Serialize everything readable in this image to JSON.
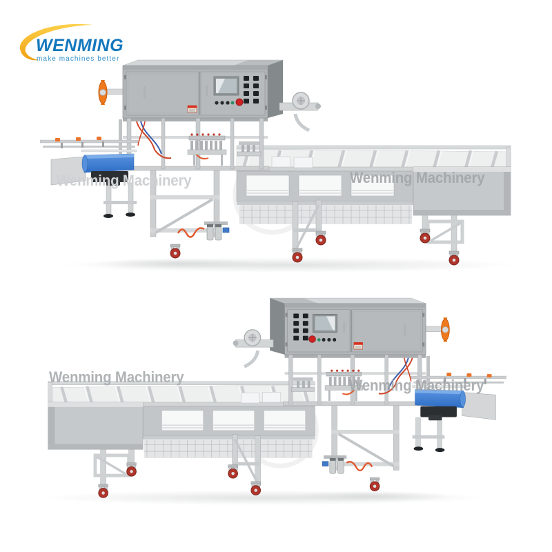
{
  "logo": {
    "brand": "WENMING",
    "tagline": "make machines better",
    "brand_color": "#1377bd",
    "tagline_color": "#2f8fc8",
    "swoosh_color_top": "#fdd04a",
    "swoosh_color_bottom": "#f0a113"
  },
  "product_images": [
    {
      "alt": "Automatic tray filling and sealing machine, control cabinet on the left, long outfeed conveyor to the right",
      "watermarks": [
        {
          "text": "Wenming Machinery"
        },
        {
          "text": "Wenming Machinery"
        }
      ]
    },
    {
      "alt": "Same tray sealing machine shown mirrored, control cabinet on the right, conveyor to the left",
      "watermarks": [
        {
          "text": "Wenming Machinery"
        },
        {
          "text": "Wenming Machinery"
        }
      ]
    }
  ],
  "machine_palette": {
    "body_gray": "#b4b8ba",
    "table_top": "#eef0f0",
    "belt_blue": "#3f7fd2",
    "reel_orange": "#ef7a1d",
    "caster_red": "#b0352b",
    "estop_red": "#ce2323",
    "hose_red": "#cf4528",
    "hose_blue": "#3a5fae",
    "watermark_gray": "#a3a7a9"
  }
}
